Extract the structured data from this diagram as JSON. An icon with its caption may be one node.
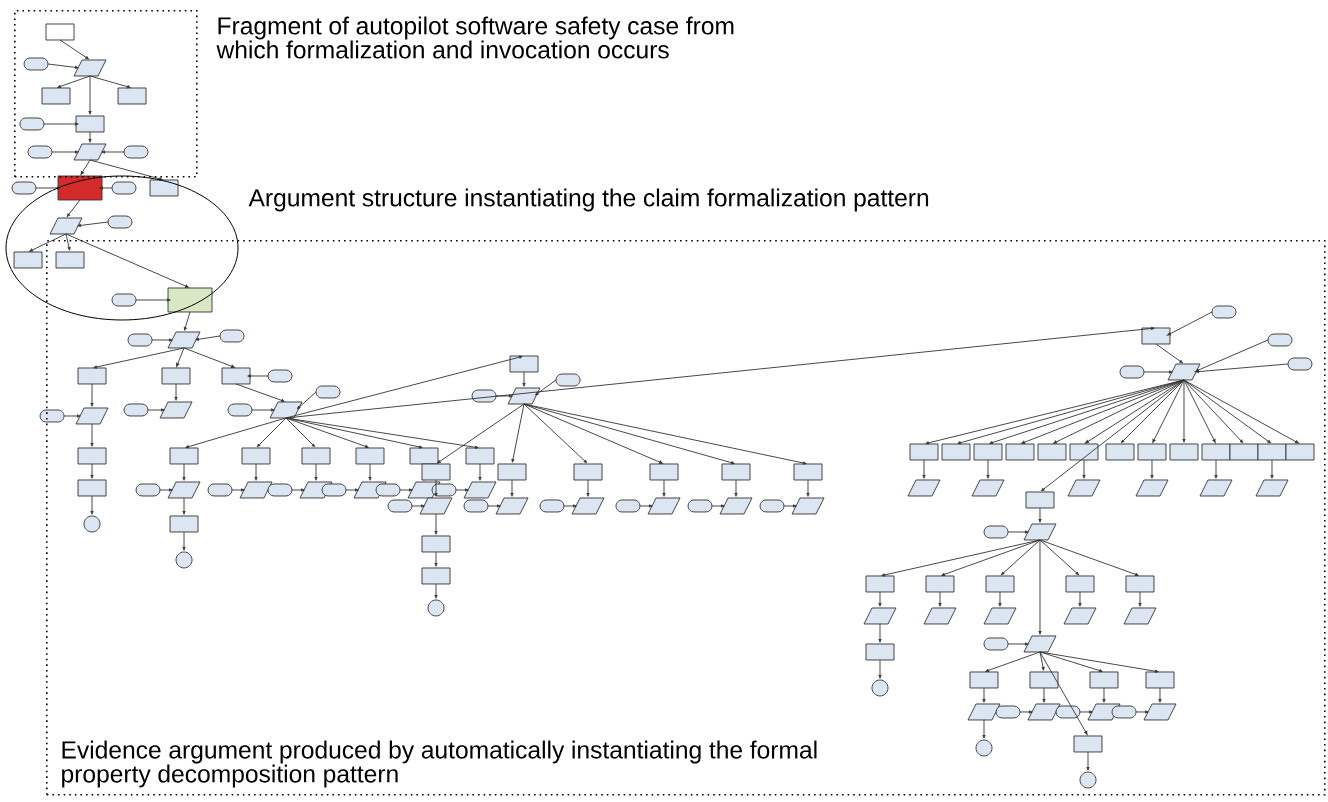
{
  "diagram": {
    "nodes": [
      {
        "text": [],
        "shape": "box",
        "beside": [
          "Fragment of autopilot software safety case from which formalization and invocation occurs"
        ]
      },
      {
        "text": [],
        "shape": "ellipse",
        "beside": [
          "Argument structure instantiating the claim formalization pattern"
        ]
      },
      {
        "text": [
          "Evidence argument produced by automatically instantiating the formal property decomposition pattern"
        ]
      }
    ]
  }
}
